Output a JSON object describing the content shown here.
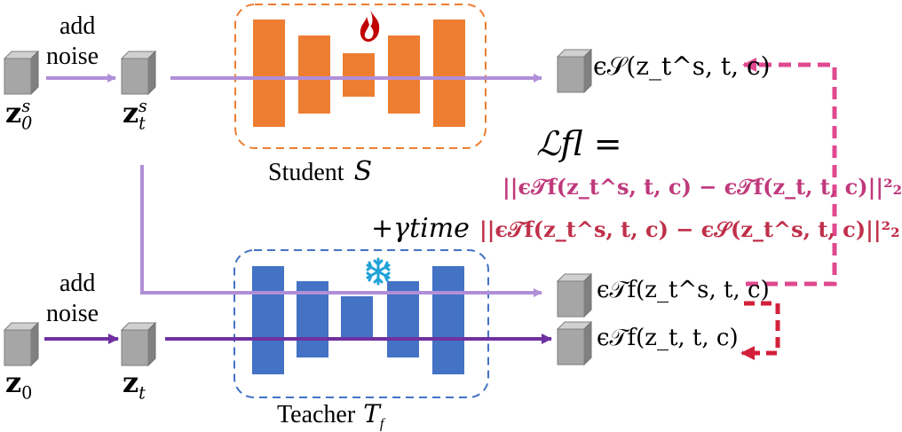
{
  "labels": {
    "add_noise_top_1": "add",
    "add_noise_top_2": "noise",
    "add_noise_bottom_1": "add",
    "add_noise_bottom_2": "noise",
    "student_caption": "Student",
    "student_symbol": "S",
    "teacher_caption": "Teacher",
    "teacher_symbol": "T",
    "teacher_symbol_sub": "f"
  },
  "variables": {
    "z0s": {
      "base": "z",
      "sub": "0",
      "sup": "s"
    },
    "zts": {
      "base": "z",
      "sub": "t",
      "sup": "s"
    },
    "z0": {
      "base": "z",
      "sub": "0"
    },
    "zt": {
      "base": "z",
      "sub": "t"
    }
  },
  "outputs": {
    "student_out": "ϵ𝒮(z_t^s, t, c)",
    "teacher_out_s": "ϵ𝒯f(z_t^s, t, c)",
    "teacher_out": "ϵ𝒯f(z_t, t, c)"
  },
  "loss": {
    "lhs": "ℒfl =",
    "term1": "||ϵ𝒯f(z_t^s, t, c) − ϵ𝒯f(z_t, t, c)||²₂",
    "term2_prefix": "+γtime",
    "term2": "||ϵ𝒯f(z_t^s, t, c) − ϵ𝒮(z_t^s, t, c)||²₂"
  },
  "colors": {
    "student": "#ED7D31",
    "teacher": "#4472C4",
    "lavender_arrow": "#B08FD8",
    "purple_arrow": "#7030A0",
    "pink_dashed": "#E0498F",
    "red_dashed": "#D3203A",
    "flame": "#C00000",
    "snowflake": "#1FA2D8",
    "cube": "#9E9E9E",
    "loss_term1": "#C0397C",
    "loss_term2": "#C0304A"
  },
  "icons": {
    "student_icon": "flame-icon",
    "teacher_icon": "snowflake-icon"
  }
}
